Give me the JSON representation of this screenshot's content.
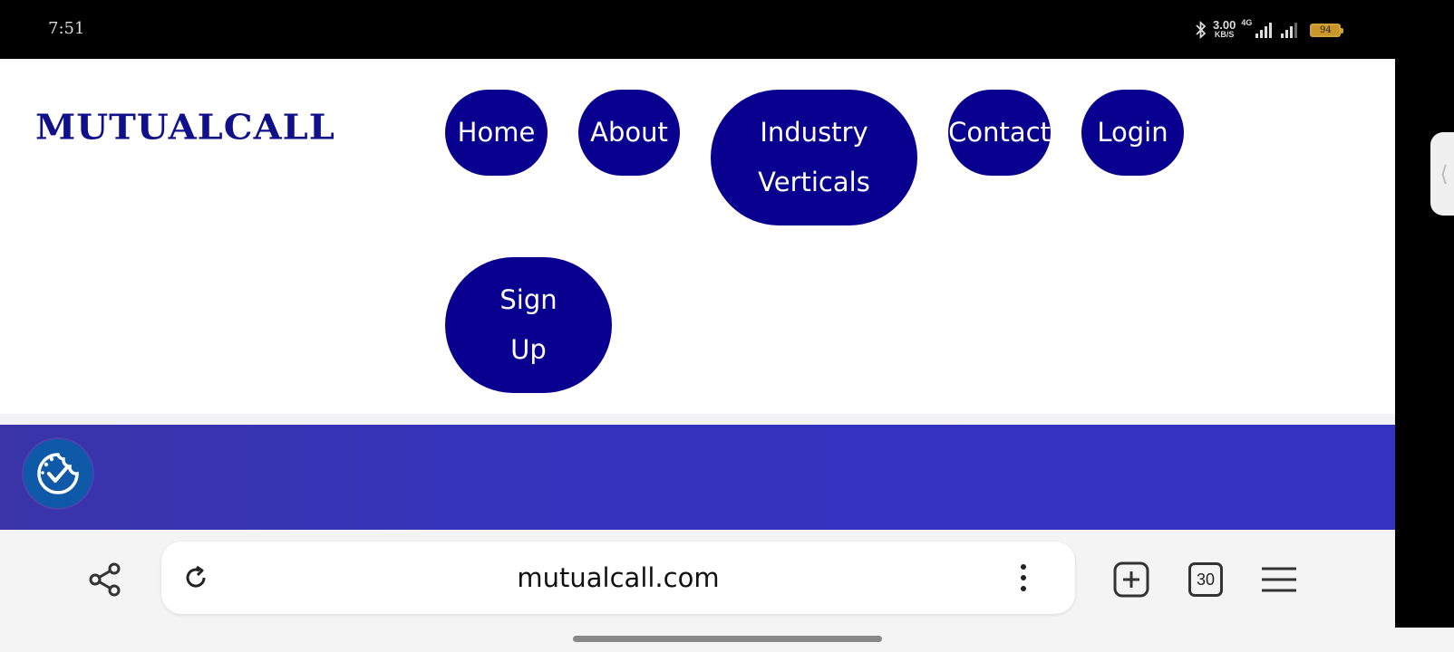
{
  "status_bar": {
    "time": "7:51",
    "net_speed": "3.00",
    "net_speed_unit": "KB/S",
    "network_type": "4G",
    "battery": "94"
  },
  "site": {
    "logo": "MUTUALCALL",
    "nav": {
      "home": "Home",
      "about": "About",
      "industry_verticals": "Industry Verticals",
      "contact": "Contact",
      "login": "Login",
      "sign_up": "Sign Up"
    },
    "colors": {
      "nav_button": "#0a0090",
      "band": "#3433bd",
      "cookie_button": "#0e5aa8"
    }
  },
  "browser": {
    "url": "mutualcall.com",
    "tab_count": "30"
  }
}
